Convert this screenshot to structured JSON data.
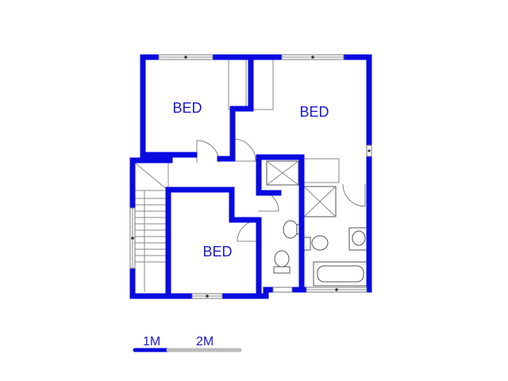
{
  "colors": {
    "wall": "#0a0ae0",
    "label": "#1a1ad0",
    "scale_primary": "#0a0ae0",
    "scale_secondary": "#bbbbbb"
  },
  "rooms": [
    {
      "id": "bedroom-top-left",
      "label": "BED"
    },
    {
      "id": "bedroom-top-right",
      "label": "BED"
    },
    {
      "id": "bedroom-bottom",
      "label": "BED"
    }
  ],
  "scale_bar": {
    "label_1": "1M",
    "label_2": "2M"
  }
}
